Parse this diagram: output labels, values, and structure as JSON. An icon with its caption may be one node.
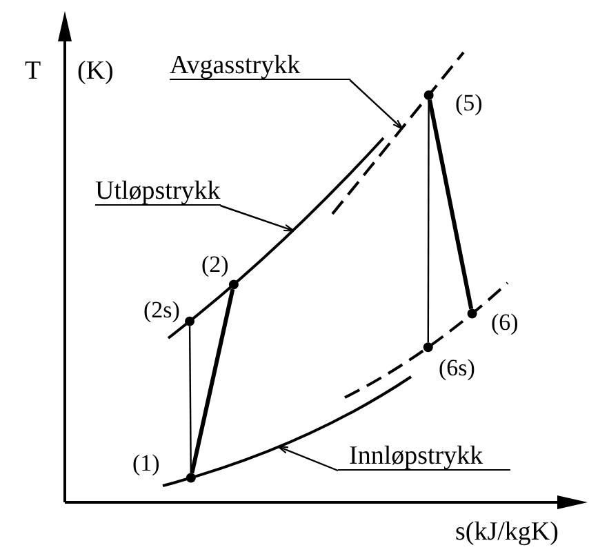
{
  "diagram": {
    "nodes": [
      {
        "text": [
          "Avgasstrykk"
        ]
      },
      {
        "text": [
          "Utløpstrykk"
        ]
      },
      {
        "text": [
          "Innløpstrykk"
        ]
      },
      {
        "text": [],
        "shape": "circle",
        "in": 11
      },
      {
        "text": [],
        "shape": "circle",
        "in": 9
      },
      {
        "text": [],
        "shape": "circle",
        "in": 9
      },
      {
        "text": [],
        "shape": "circle",
        "in": 10
      },
      {
        "text": [],
        "shape": "circle",
        "in": 12
      },
      {
        "text": [],
        "shape": "circle",
        "in": 12
      },
      {
        "text": [],
        "shape": "line"
      },
      {
        "text": [],
        "shape": "line"
      },
      {
        "text": [],
        "shape": "line"
      },
      {
        "text": [],
        "shape": "line"
      }
    ],
    "edges": [
      {
        "from": 0,
        "to": 10,
        "arrow": "to"
      },
      {
        "from": 1,
        "to": 9,
        "arrow": "to"
      },
      {
        "from": 2,
        "to": 11,
        "arrow": "to"
      },
      {
        "from": 3,
        "to": 5,
        "arrow": "none",
        "style": "thick"
      },
      {
        "from": 3,
        "to": 4,
        "arrow": "none"
      },
      {
        "from": 6,
        "to": 8,
        "arrow": "none",
        "style": "thick"
      },
      {
        "from": 6,
        "to": 7,
        "arrow": "none"
      }
    ],
    "labels": [
      "T",
      "(K)",
      "(5)",
      "(2)",
      "(2s)",
      "(6)",
      "(6s)",
      "(1)",
      "s(kJ/kgK)"
    ]
  }
}
